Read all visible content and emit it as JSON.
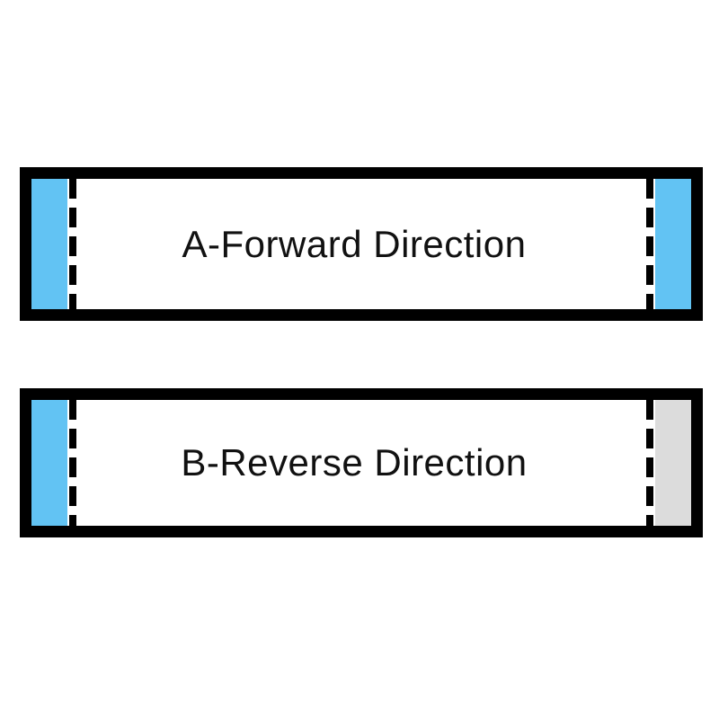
{
  "colors": {
    "background": "#ffffff",
    "outline": "#000000",
    "dashed_line": "#000000",
    "text": "#111111",
    "blue_end_strip": "#62c3f3",
    "gray_end_strip": "#dcdcdc"
  },
  "diagram": {
    "description_of_content": "Two cable-direction panels",
    "panels": [
      {
        "id": "A",
        "label": "A-Forward Direction",
        "left_strip": {
          "name": "blue-end-strip",
          "color": "#62c3f3"
        },
        "right_strip": {
          "name": "blue-end-strip",
          "color": "#62c3f3"
        }
      },
      {
        "id": "B",
        "label": "B-Reverse Direction",
        "left_strip": {
          "name": "blue-end-strip",
          "color": "#62c3f3"
        },
        "right_strip": {
          "name": "gray-end-strip",
          "color": "#dcdcdc"
        }
      }
    ]
  }
}
